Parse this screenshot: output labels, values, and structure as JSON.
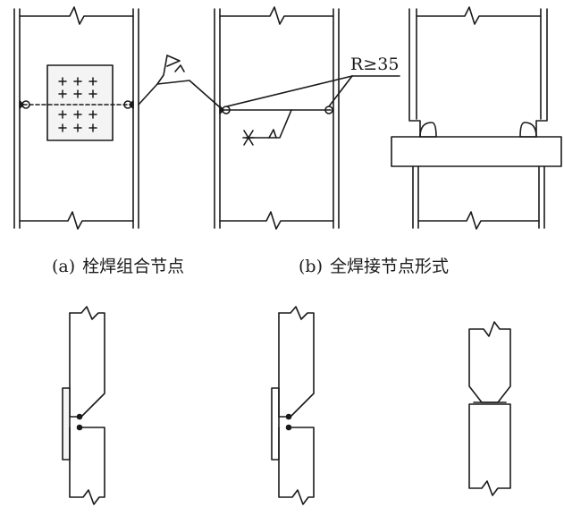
{
  "captions": {
    "a": {
      "tag": "(a)",
      "text": "栓焊组合节点"
    },
    "b": {
      "tag": "(b)",
      "text": "全焊接节点形式"
    }
  },
  "annotations": {
    "radius": "R≥35"
  },
  "colors": {
    "ink": "#1a1a1a",
    "paper": "#ffffff",
    "fill_plate": "#f4f4f4"
  }
}
